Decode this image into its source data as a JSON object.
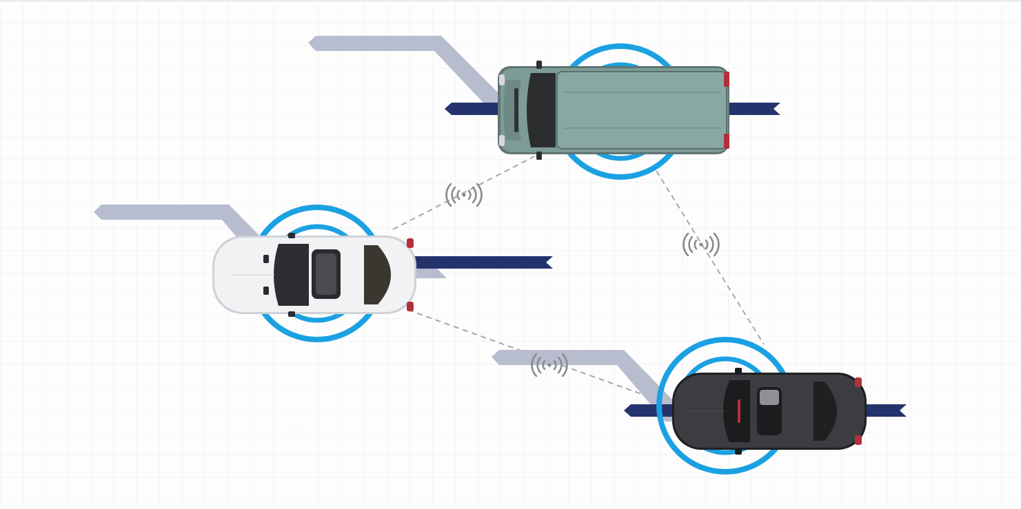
{
  "diagram": {
    "nodes": [
      {
        "id": "van",
        "kind": "van",
        "label_icon": "van-top-view"
      },
      {
        "id": "white-car",
        "kind": "sedan",
        "label_icon": "white-car-top-view"
      },
      {
        "id": "dark-car",
        "kind": "sedan",
        "label_icon": "dark-car-top-view"
      }
    ],
    "links": [
      {
        "from": "white-car",
        "to": "van",
        "icon": "wireless-signal-icon"
      },
      {
        "from": "van",
        "to": "dark-car",
        "icon": "wireless-signal-icon"
      },
      {
        "from": "white-car",
        "to": "dark-car",
        "icon": "wireless-signal-icon"
      }
    ],
    "colors": {
      "ring": "#1ba1e2",
      "arrow_dark": "#24336b",
      "arrow_light": "#b7bccf",
      "link_line": "#a6a6a6",
      "signal_icon": "#8a8a8a",
      "van_body": "#7d9c97",
      "white_car_body": "#f1f2f4",
      "dark_car_body": "#3c3d40"
    }
  }
}
